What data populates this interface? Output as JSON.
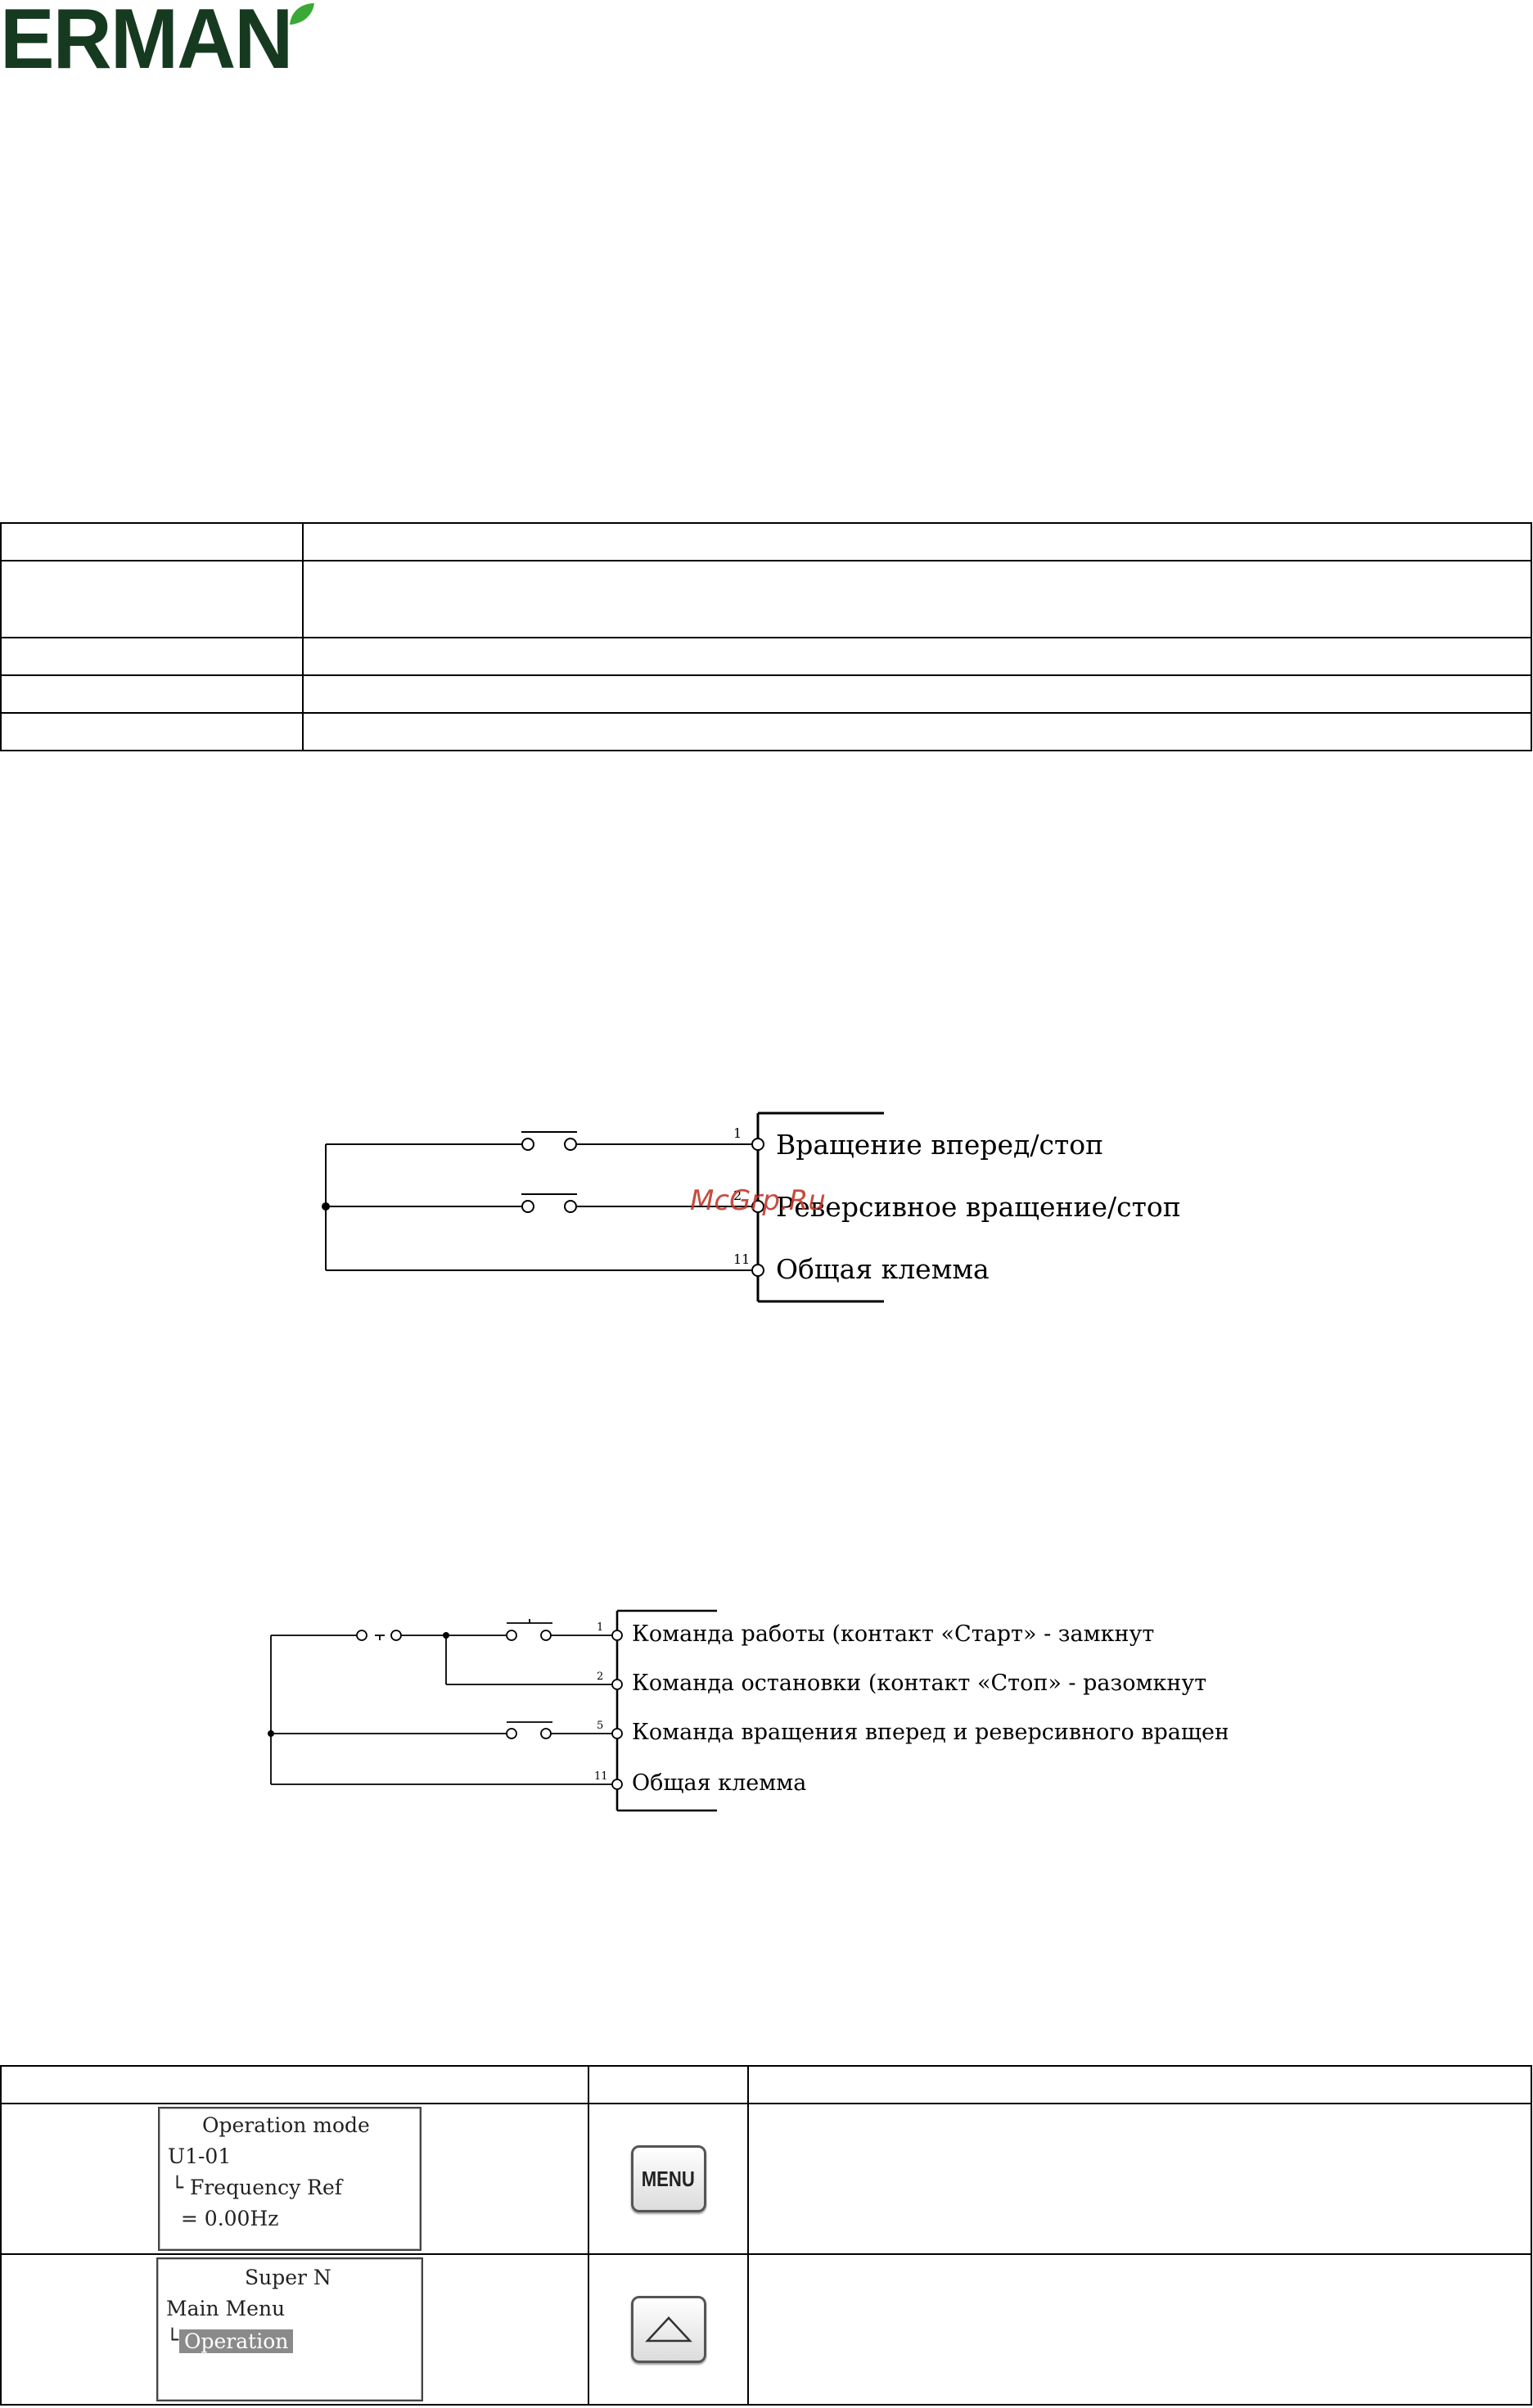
{
  "header": {
    "logo_text": "ERMAN"
  },
  "diagram1": {
    "terminals": [
      {
        "num": "1",
        "label": "Вращение вперед/стоп"
      },
      {
        "num": "2",
        "label": "Реверсивное вращение/стоп"
      },
      {
        "num": "11",
        "label": "Общая клемма"
      }
    ]
  },
  "diagram2": {
    "terminals": [
      {
        "num": "1",
        "label": "Команда работы (контакт «Старт» - замкнут"
      },
      {
        "num": "2",
        "label": "Команда остановки (контакт «Стоп» - разомкнут"
      },
      {
        "num": "5",
        "label": "Команда вращения вперед и реверсивного вращения"
      },
      {
        "num": "11",
        "label": "Общая клемма"
      }
    ]
  },
  "watermark": "McGrp.Ru",
  "display_table": {
    "rows": [
      {
        "lcd": [
          "Operation mode",
          "U1-01",
          "└ Frequency Ref",
          "  = 0.00Hz"
        ],
        "key": "MENU"
      },
      {
        "lcd": [
          "Super N",
          "Main Menu",
          "└",
          "Operation"
        ],
        "key": "up-arrow"
      }
    ]
  }
}
